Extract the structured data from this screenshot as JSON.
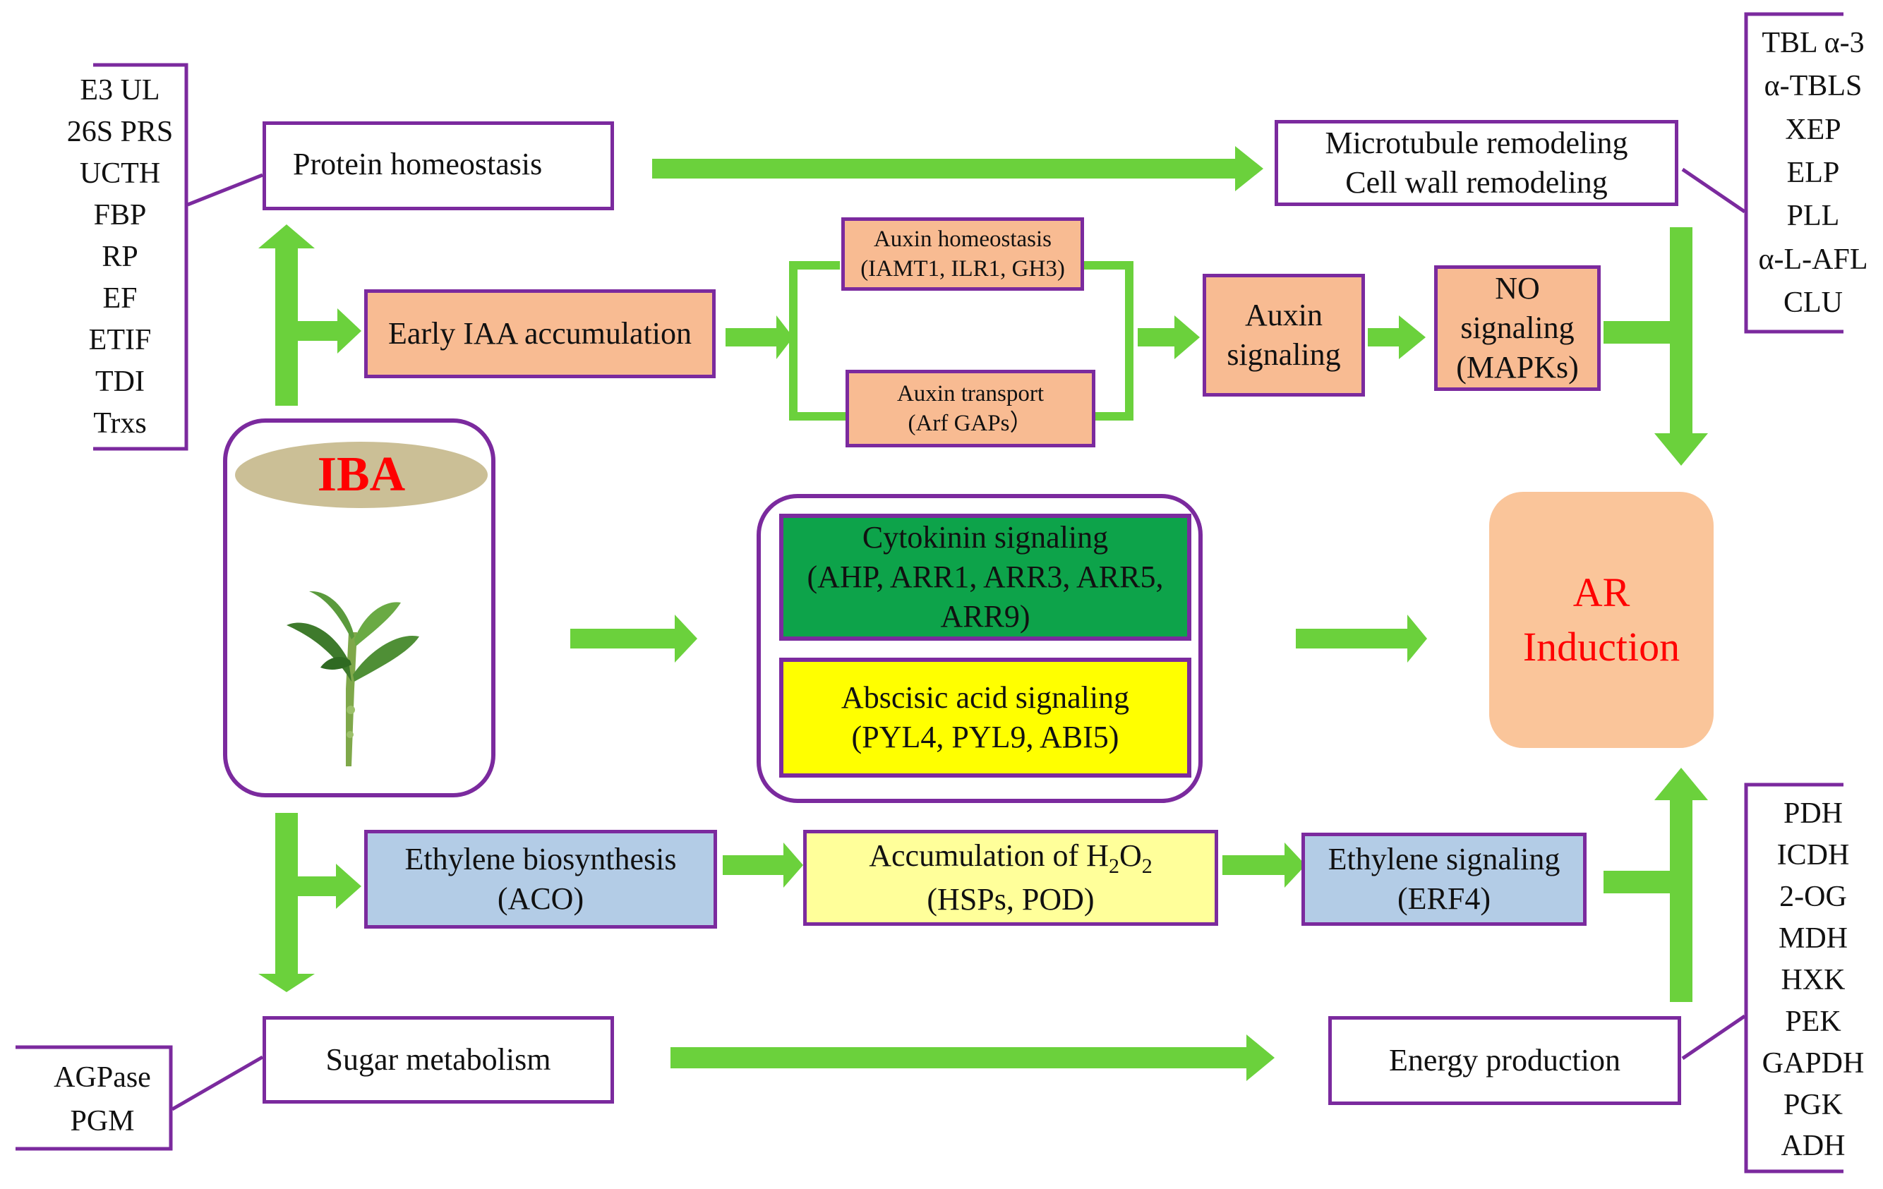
{
  "colors": {
    "arrow": "#6bd13c",
    "border": "#7b2a9e",
    "salmon": "#f8bb92",
    "blue": "#b3cce6",
    "pale_yellow": "#ffff9a",
    "green": "#0da34a",
    "yellow": "#ffff00",
    "iba_text": "#ff0000",
    "ar_text": "#ff0000"
  },
  "left_top_list": [
    "E3 UL",
    "26S PRS",
    "UCTH",
    "FBP",
    "RP",
    "EF",
    "ETIF",
    "TDI",
    "Trxs"
  ],
  "left_bottom_list": [
    "AGPase",
    "PGM"
  ],
  "right_top_list": [
    "TBL α-3",
    "α-TBLS",
    "XEP",
    "ELP",
    "PLL",
    "α-L-AFL",
    "CLU"
  ],
  "right_bottom_list": [
    "PDH",
    "ICDH",
    "2-OG",
    "MDH",
    "HXK",
    "PEK",
    "GAPDH",
    "PGK",
    "ADH"
  ],
  "boxes": {
    "protein_homeostasis": "Protein homeostasis",
    "microtubule_remodeling": "Microtubule remodeling",
    "cell_wall_remodeling": "Cell wall remodeling",
    "early_iaa": "Early IAA accumulation",
    "auxin_homeostasis": "Auxin homeostasis",
    "auxin_homeostasis_genes": "(IAMT1, ILR1, GH3)",
    "auxin_transport": "Auxin transport",
    "auxin_transport_genes": "(Arf GAPs）",
    "auxin_signaling_1": "Auxin",
    "auxin_signaling_2": "signaling",
    "no_signaling_1": "NO",
    "no_signaling_2": "signaling",
    "no_signaling_3": "(MAPKs)",
    "cytokinin_1": "Cytokinin signaling",
    "cytokinin_2": "(AHP, ARR1, ARR3, ARR5,",
    "cytokinin_3": "ARR9)",
    "aba_1": "Abscisic acid signaling",
    "aba_2": "(PYL4, PYL9, ABI5)",
    "ethylene_bio_1": "Ethylene biosynthesis",
    "ethylene_bio_2": "(ACO)",
    "h2o2_prefix": "Accumulation of H",
    "h2o2_sub1": "2",
    "h2o2_mid": "O",
    "h2o2_sub2": "2",
    "h2o2_genes": "(HSPs, POD)",
    "ethylene_sig_1": "Ethylene signaling",
    "ethylene_sig_2": "(ERF4)",
    "sugar_metabolism": "Sugar metabolism",
    "energy_production": "Energy production"
  },
  "iba": "IBA",
  "ar_line1": "AR",
  "ar_line2": "Induction"
}
